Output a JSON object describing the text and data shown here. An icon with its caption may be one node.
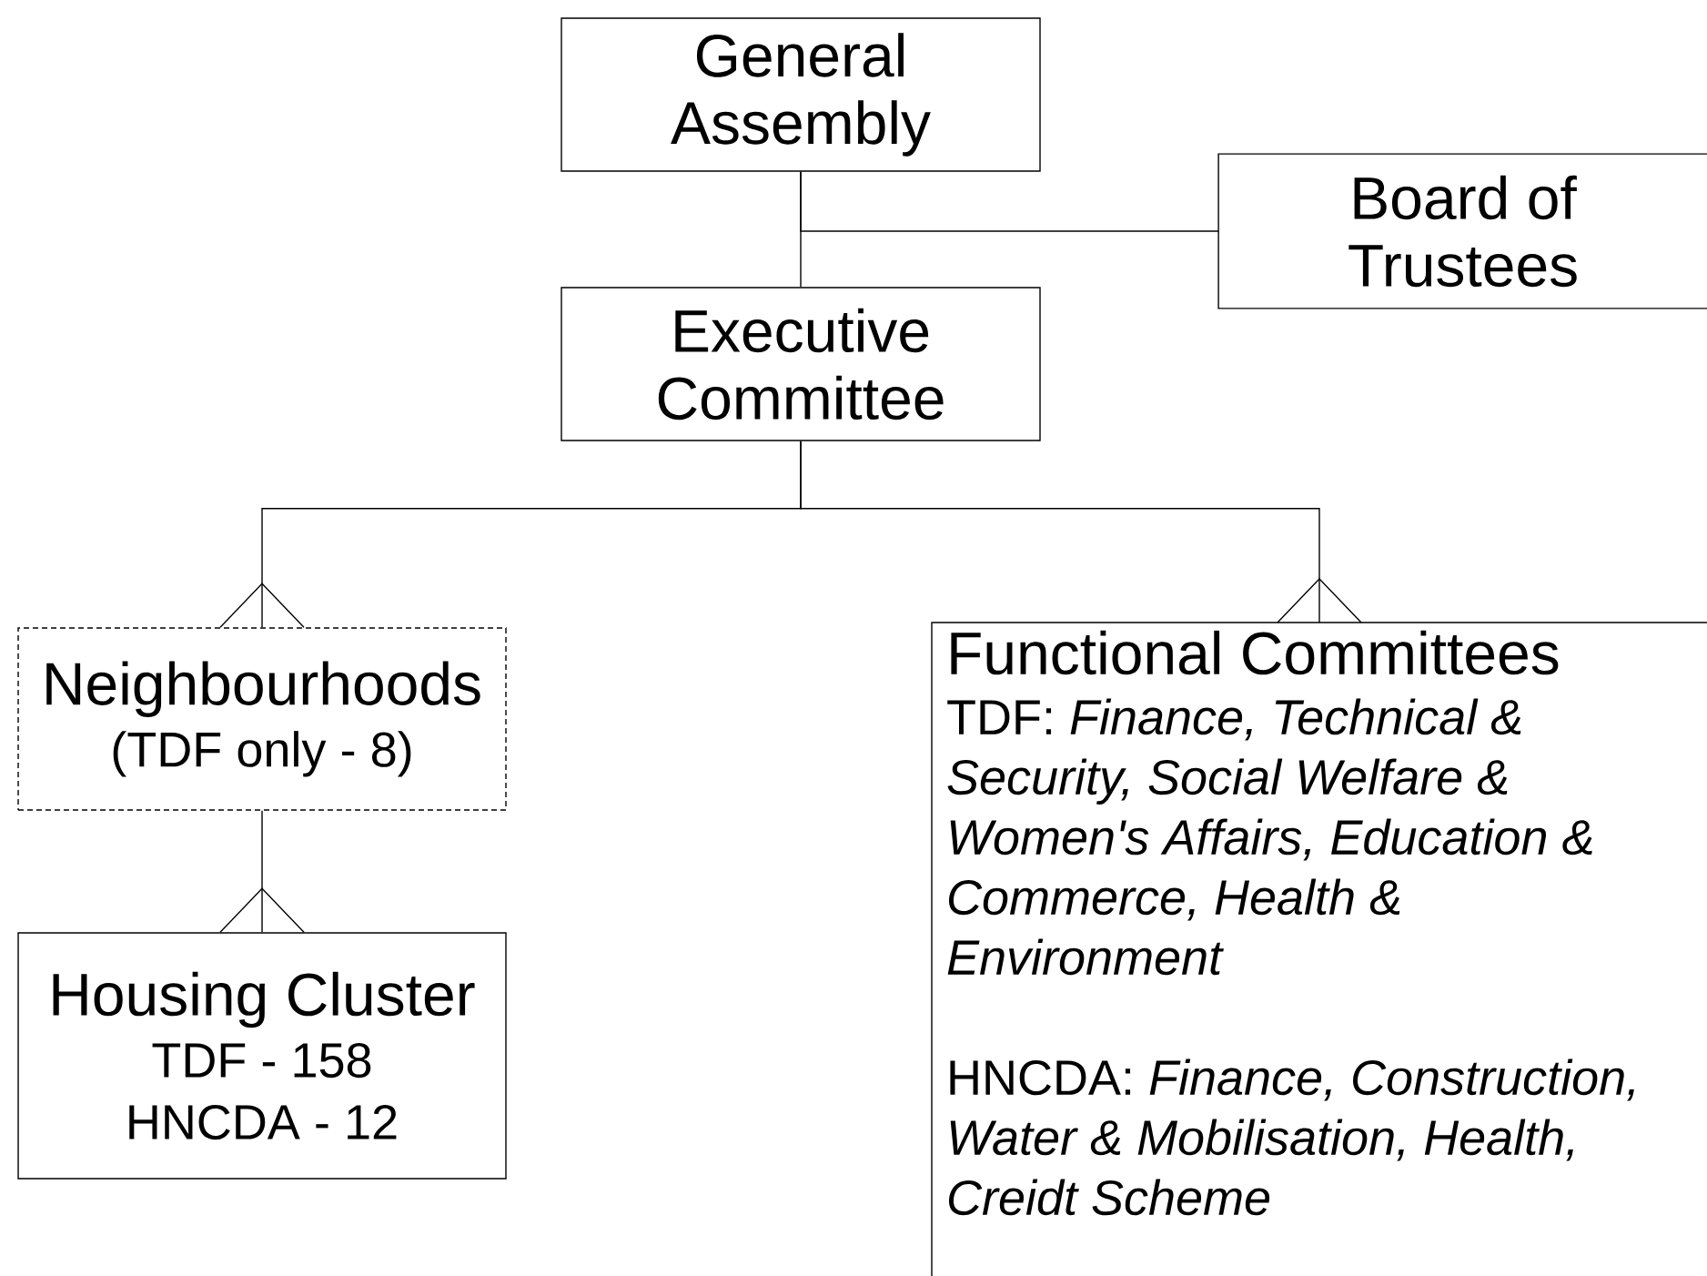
{
  "diagram": {
    "nodes": [
      {
        "text": [
          "General Assembly"
        ]
      },
      {
        "text": [
          "Board of Trustees"
        ]
      },
      {
        "text": [
          "Executive Committee"
        ]
      },
      {
        "text": [
          "Neighbourhoods",
          "(TDF only - 8)"
        ]
      },
      {
        "text": [
          "Housing Cluster",
          "TDF - 158",
          "HNCDA - 12"
        ]
      },
      {
        "text": [
          "Functional Committees",
          "TDF: *Finance, Technical & Security, Social Welfare & Women's Affairs, Education & Commerce, Health & Environment*",
          "HNCDA: *Finance, Construction, Water & Mobilisation, Health, Creidt Scheme*"
        ]
      }
    ],
    "edges": [
      {
        "from": 0,
        "to": 2,
        "arrow": "none"
      },
      {
        "from": 0,
        "to": 1,
        "arrow": "none"
      },
      {
        "from": 2,
        "to": 3,
        "arrow": "other"
      },
      {
        "from": 2,
        "to": 5,
        "arrow": "other"
      },
      {
        "from": 3,
        "to": 4,
        "arrow": "other"
      }
    ]
  }
}
